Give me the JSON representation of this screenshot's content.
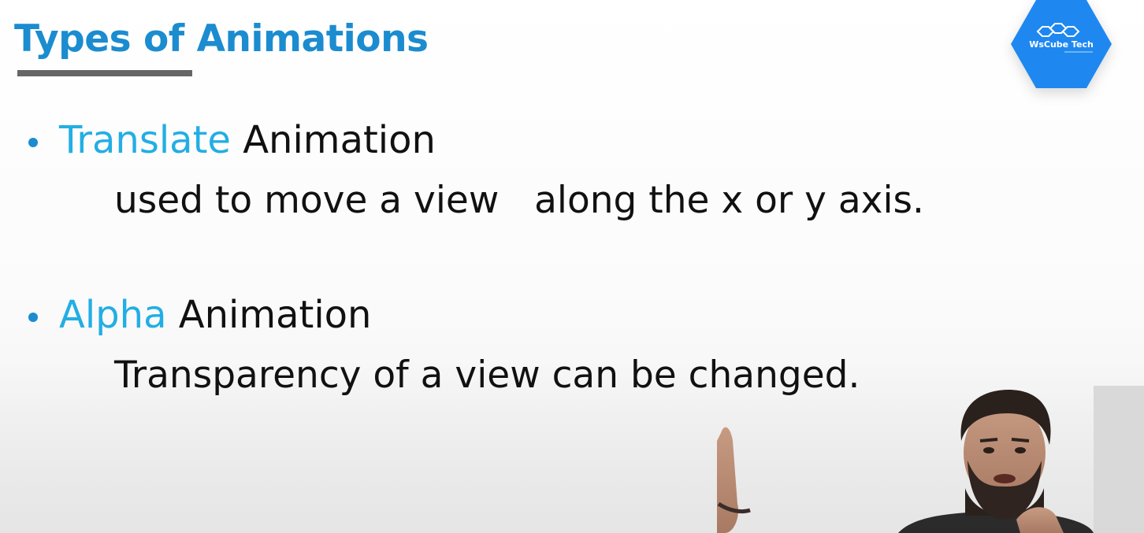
{
  "slide": {
    "title": "Types of Animations",
    "items": [
      {
        "keyword": "Translate",
        "rest": " Animation",
        "description": "used to move a view   along the x or y axis."
      },
      {
        "keyword": "Alpha",
        "rest": " Animation",
        "description": "Transparency of a view can be changed."
      }
    ]
  },
  "logo": {
    "brand": "WsCube Tech"
  },
  "colors": {
    "title": "#1b8ccf",
    "accent": "#22aee4",
    "text": "#111111",
    "logo_blue": "#1e88f0"
  }
}
